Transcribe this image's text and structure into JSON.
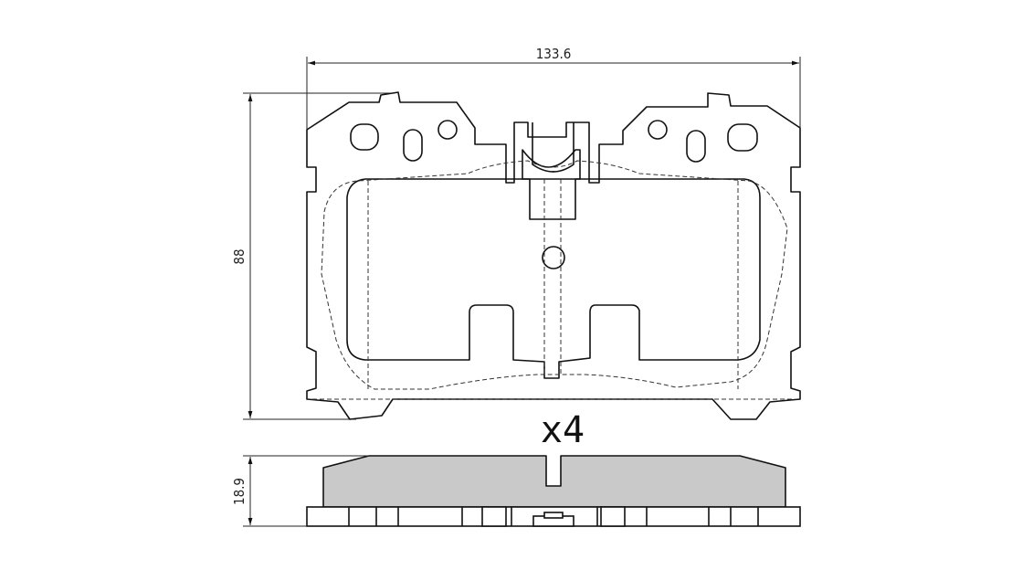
{
  "dimensions": {
    "width_label": "133.6",
    "height_label": "88",
    "thickness_label": "18.9"
  },
  "quantity_label": "x4"
}
